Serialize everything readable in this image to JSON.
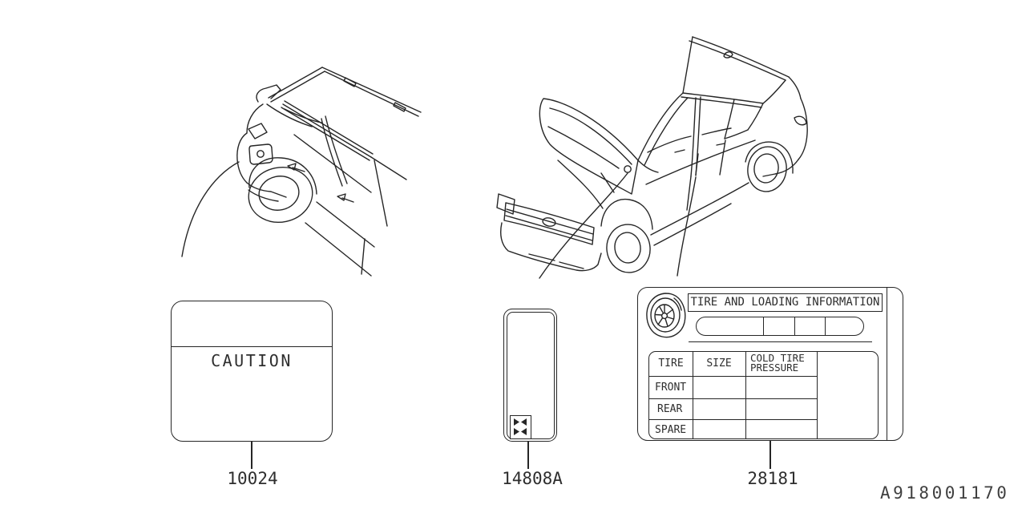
{
  "footer_code": "A918001170",
  "caution_label": {
    "text": "CAUTION"
  },
  "tire_label": {
    "title": "TIRE AND LOADING INFORMATION",
    "col_tire": "TIRE",
    "col_size": "SIZE",
    "col_pressure_line1": "COLD TIRE",
    "col_pressure_line2": "PRESSURE",
    "row_front": "FRONT",
    "row_rear": "REAR",
    "row_spare": "SPARE"
  },
  "part_numbers": {
    "caution": "10024",
    "emission": "14808A",
    "tire": "28181"
  },
  "icons": {
    "wheel": "wheel-icon",
    "emission_marks": "double-asterisk-icon",
    "left_car": "rear-quarter-vehicle-illustration",
    "right_car": "front-quarter-vehicle-hood-open-illustration"
  }
}
